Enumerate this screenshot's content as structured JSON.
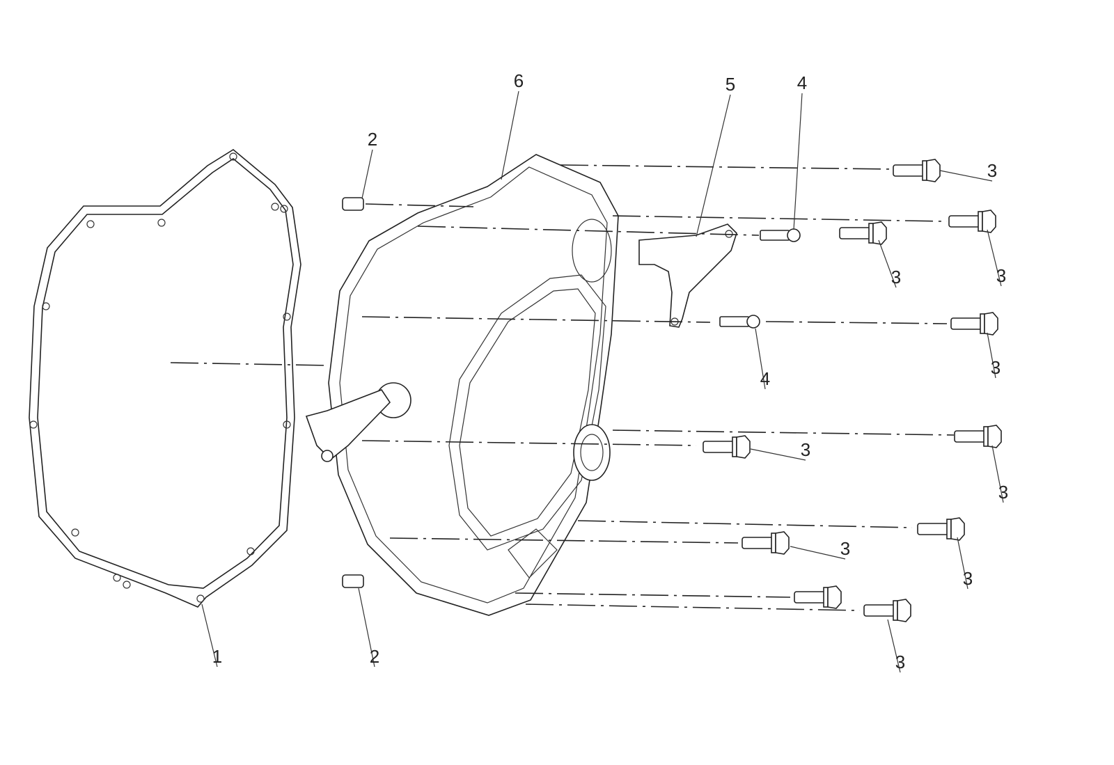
{
  "diagram": {
    "type": "exploded-parts-view",
    "callouts": [
      {
        "id": "c6",
        "text": "6"
      },
      {
        "id": "c5",
        "text": "5"
      },
      {
        "id": "c4a",
        "text": "4"
      },
      {
        "id": "c2a",
        "text": "2"
      },
      {
        "id": "c3a",
        "text": "3"
      },
      {
        "id": "c3b",
        "text": "3"
      },
      {
        "id": "c3c",
        "text": "3"
      },
      {
        "id": "c4b",
        "text": "4"
      },
      {
        "id": "c3d",
        "text": "3"
      },
      {
        "id": "c3e",
        "text": "3"
      },
      {
        "id": "c3f",
        "text": "3"
      },
      {
        "id": "c3g",
        "text": "3"
      },
      {
        "id": "c3h",
        "text": "3"
      },
      {
        "id": "c1",
        "text": "1"
      },
      {
        "id": "c2b",
        "text": "2"
      },
      {
        "id": "c3i",
        "text": "3"
      }
    ]
  }
}
